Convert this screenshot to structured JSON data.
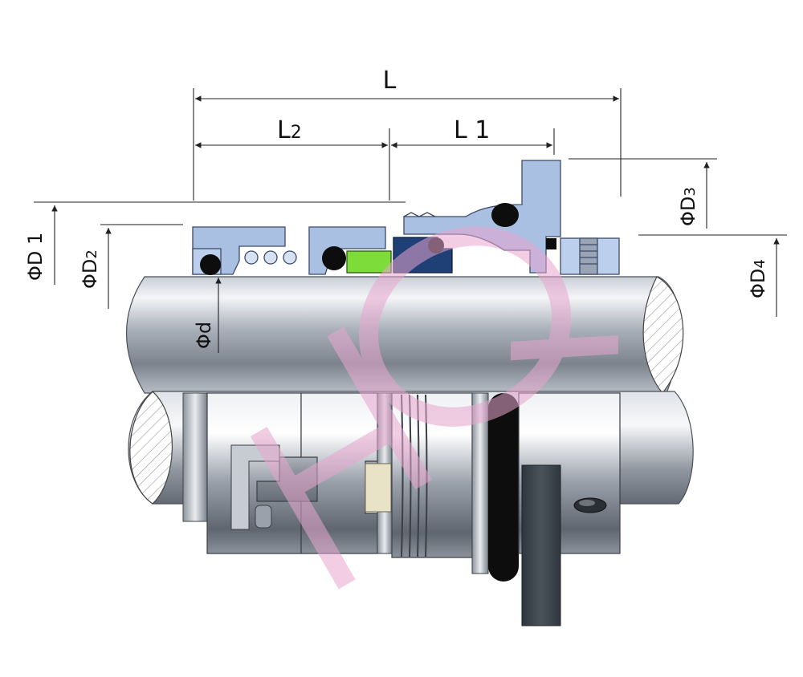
{
  "dimensions": {
    "L": "L",
    "L1": "L 1",
    "L2_main": "L",
    "L2_sub": "2",
    "D1": "ΦD 1",
    "D2": "ΦD",
    "D2_sub": "2",
    "D3": "ΦD",
    "D3_sub": "3",
    "D4": "ΦD",
    "D4_sub": "4",
    "d": "Φd"
  },
  "watermark": {
    "text": "HQ",
    "color": "#e8a6cf"
  },
  "colors": {
    "seal_part_blue": "#a9c0e3",
    "seal_dark_blue": "#1f3f77",
    "spring_green": "#7ddb3a",
    "shaft_light": "#d7dbe2",
    "shaft_dark": "#7d8591",
    "rubber_black": "#0d0d0d",
    "gland_dark": "#3a434c"
  }
}
